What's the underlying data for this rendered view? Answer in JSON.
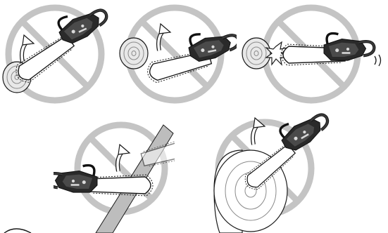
{
  "illustration": {
    "subject": "chainsaw-kickback-warnings",
    "panels": [
      {
        "name": "kickback-lift-from-log",
        "prohibited": true
      },
      {
        "name": "kickback-tip-contact",
        "prohibited": true
      },
      {
        "name": "tip-strike-impact",
        "prohibited": true
      },
      {
        "name": "pinch-in-leaning-tree",
        "prohibited": true
      },
      {
        "name": "overhead-kickback",
        "prohibited": true
      }
    ]
  },
  "colors": {
    "line": "#1a1a1a",
    "circle_gray": "#c4c4c4",
    "bar_fill": "#ffffff",
    "saw_body": "#2a2a2a",
    "log_fill": "#e8e8e8",
    "tree_fill": "#bdbdbd"
  }
}
